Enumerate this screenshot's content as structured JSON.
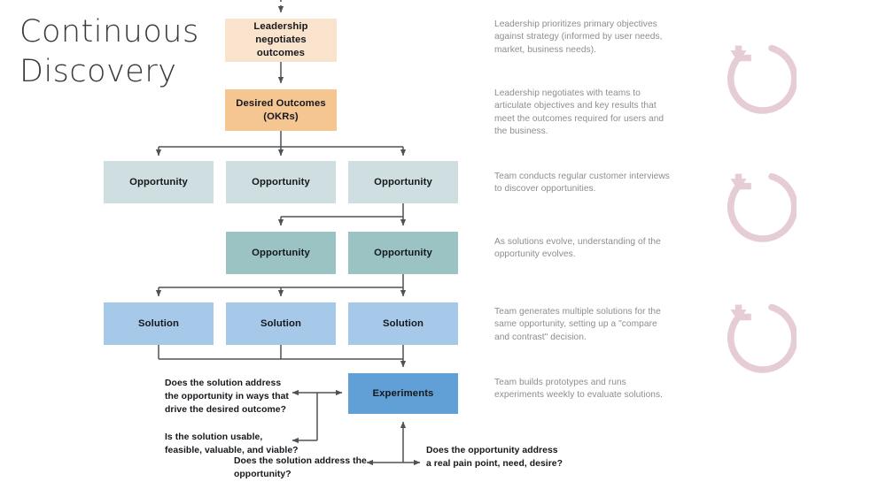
{
  "page": {
    "title_text": "Continuous\nDiscovery",
    "background": "#ffffff"
  },
  "palette": {
    "peach_light": "#fae3cd",
    "peach_dark": "#f6c692",
    "teal_light": "#cfdee0",
    "teal_dark": "#9bc3c4",
    "blue_light": "#a6c9e9",
    "blue_dark": "#60a0d6",
    "connector": "#4e5356",
    "annotation_text": "#8d8d8d",
    "loop_pink": "#e6ccd4",
    "node_text": "#14181c"
  },
  "nodes": {
    "leadership": {
      "label": "Leadership negotiates outcomes"
    },
    "okrs": {
      "label": "Desired Outcomes (OKRs)"
    },
    "opportunity_row1": [
      {
        "label": "Opportunity"
      },
      {
        "label": "Opportunity"
      },
      {
        "label": "Opportunity"
      }
    ],
    "opportunity_row2": [
      {
        "label": "Opportunity"
      },
      {
        "label": "Opportunity"
      }
    ],
    "solutions": [
      {
        "label": "Solution"
      },
      {
        "label": "Solution"
      },
      {
        "label": "Solution"
      }
    ],
    "experiments": {
      "label": "Experiments"
    }
  },
  "annotations": [
    {
      "text": "Leadership prioritizes primary objectives against strategy (informed by user needs, market, business needs)."
    },
    {
      "text": "Leadership negotiates with teams to articulate objectives and key results that meet the outcomes required for users and the business."
    },
    {
      "text": "Team conducts regular customer interviews to discover opportunities."
    },
    {
      "text": "As solutions evolve, understanding of the opportunity evolves."
    },
    {
      "text": "Team generates multiple solutions for the same opportunity, setting up a \"compare and contrast\" decision."
    },
    {
      "text": "Team builds prototypes and runs experiments weekly to evaluate solutions."
    }
  ],
  "questions": [
    {
      "text": "Does the solution address the opportunity in ways that drive the desired outcome?"
    },
    {
      "text": "Is the solution usable, feasible, valuable, and viable?"
    },
    {
      "text": "Does the solution address the opportunity?"
    },
    {
      "text": "Does the opportunity address a real pain point, need, desire?"
    }
  ],
  "loop_icons": [
    {
      "name": "refresh-loop-icon"
    },
    {
      "name": "refresh-loop-icon"
    },
    {
      "name": "refresh-loop-icon"
    }
  ]
}
